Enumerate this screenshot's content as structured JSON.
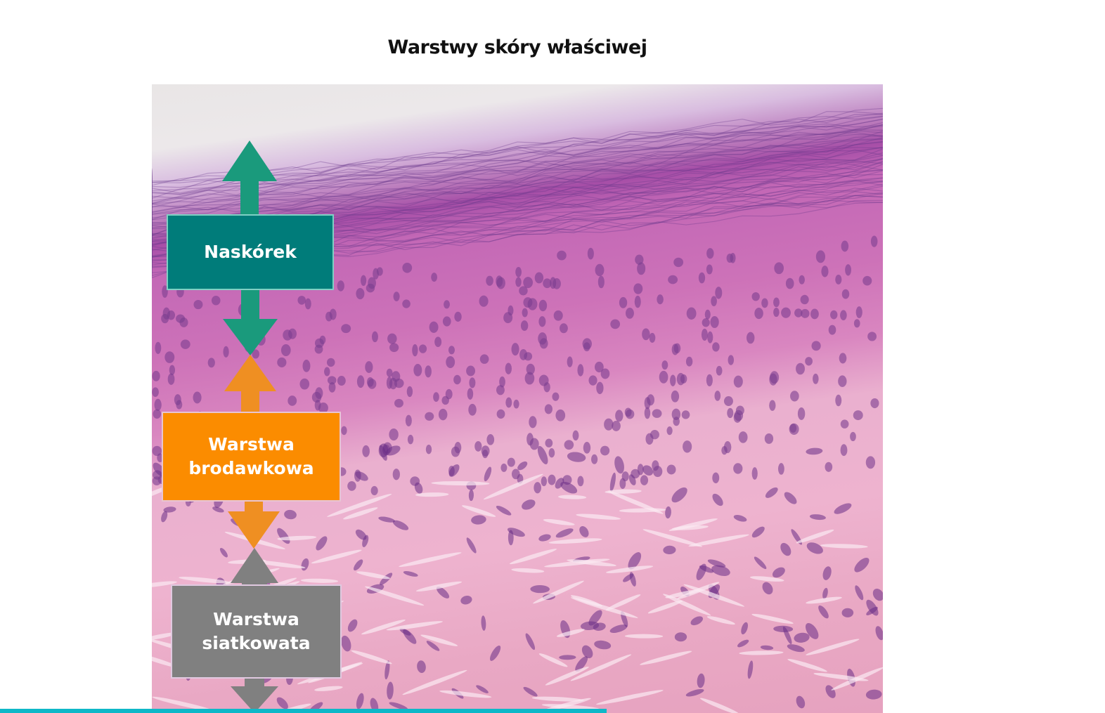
{
  "title": "Warstwy skóry właściwej",
  "layers": [
    {
      "label": "Naskórek",
      "color": "#007c7a",
      "arrow_color": "#1a9a7c"
    },
    {
      "label": "Warstwa brodawkowa",
      "color": "#fb8c00",
      "arrow_color": "#ef8f22"
    },
    {
      "label": "Warstwa siatkowata",
      "color": "#808080",
      "arrow_color": "#808080"
    }
  ],
  "accent": "#0fb8c8"
}
